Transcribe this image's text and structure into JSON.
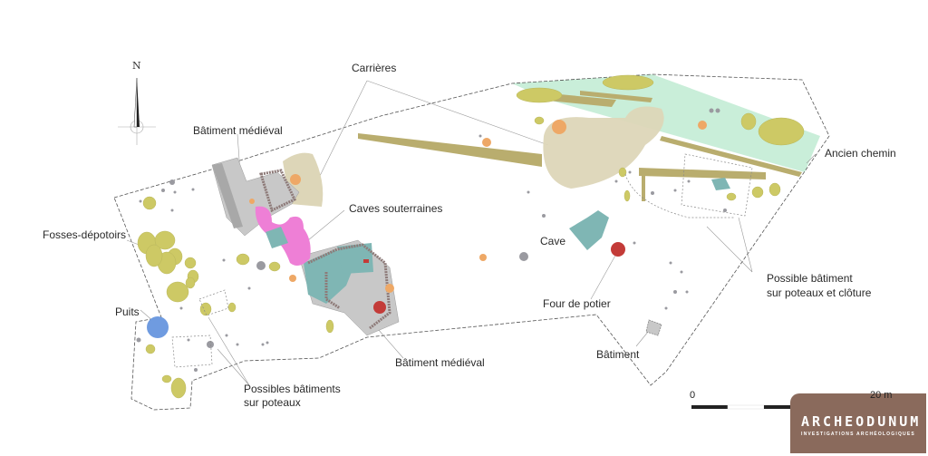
{
  "map": {
    "title": "Plan archéologique du site",
    "north_label": "N",
    "labels": {
      "carrieres": "Carrières",
      "batiment_medieval_top": "Bâtiment médiéval",
      "caves_souterraines": "Caves souterraines",
      "fosses_depotoirs": "Fosses-dépotoirs",
      "puits": "Puits",
      "possibles_batiments_1": "Possibles bâtiments",
      "possibles_batiments_2": "sur poteaux",
      "batiment_medieval_bottom": "Bâtiment médiéval",
      "cave": "Cave",
      "four_de_potier": "Four de potier",
      "batiment": "Bâtiment",
      "possible_batiment_1": "Possible bâtiment",
      "possible_batiment_2": "sur poteaux et clôture",
      "ancien_chemin": "Ancien chemin"
    },
    "scale": {
      "start": "0",
      "end": "20 m"
    },
    "colors": {
      "fosse": "#cdc965",
      "carriere": "#b9ad6e",
      "quarry_fill": "#ddd6b8",
      "chemin": "#c9eed9",
      "cave": "#7fb6b4",
      "cave_souterraine": "#ee7fd6",
      "batiment": "#c8c8c8",
      "batiment_dark": "#9a9a9a",
      "wall": "#8d7a78",
      "four": "#c33b38",
      "puits": "#6f9be0",
      "orange_pit": "#eea866",
      "post_hole": "#9a9aa0",
      "boundary": "#555555"
    }
  },
  "logo": {
    "brand": "ARCHEODUNUM",
    "tagline": "INVESTIGATIONS ARCHÉOLOGIQUES"
  }
}
